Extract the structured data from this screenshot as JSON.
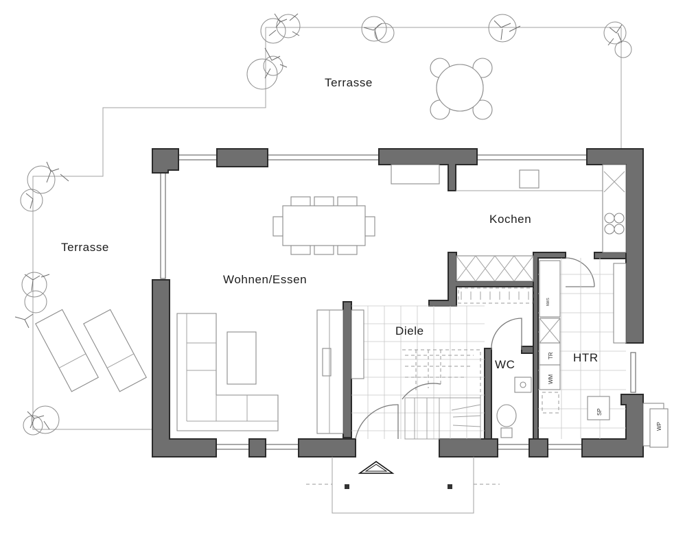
{
  "rooms": {
    "terrace_top": "Terrasse",
    "terrace_left": "Terrasse",
    "kitchen": "Kochen",
    "living_dining": "Wohnen/Essen",
    "hall": "Diele",
    "wc": "WC",
    "utility": "HTR"
  },
  "fixtures": {
    "dryer": "TR",
    "washer": "WM",
    "storage_tank": "SP",
    "heat_pump": "WP",
    "nws": "NWS"
  }
}
